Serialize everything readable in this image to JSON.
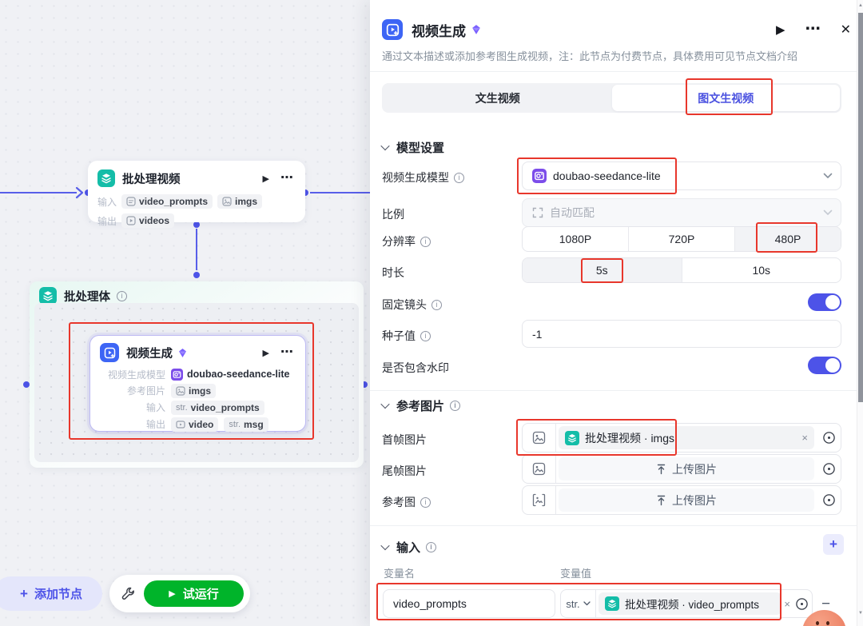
{
  "colors": {
    "accent": "#4d53e8",
    "teal": "#14bda8",
    "node_blue": "#3d65f5",
    "model_purple": "#7c4dea",
    "run_green": "#00b42a",
    "annotation_red": "#e8372c",
    "gem_purple": "#7b61ff"
  },
  "icons": {
    "play": "▶",
    "ellipsis": "⋯",
    "close": "✕",
    "info": "i",
    "plus": "+",
    "minus": "−",
    "remove": "×",
    "scroll_up": "▲",
    "scroll_down": "▼"
  },
  "canvas": {
    "batch_video_node": {
      "title": "批处理视频",
      "input_label": "输入",
      "output_label": "输出",
      "input_chips": [
        "video_prompts",
        "imgs"
      ],
      "output_chips": [
        "videos"
      ]
    },
    "batch_group": {
      "title": "批处理体"
    },
    "video_gen_node": {
      "title": "视频生成",
      "model_label": "视频生成模型",
      "model_value": "doubao-seedance-lite",
      "ref_label": "参考图片",
      "ref_chip": "imgs",
      "input_label": "输入",
      "input_type": "str.",
      "input_chip": "video_prompts",
      "output_label": "输出",
      "output_chip_1": "video",
      "output_type_2": "str.",
      "output_chip_2": "msg"
    },
    "toolbar": {
      "add_node": "添加节点",
      "test_run": "试运行"
    }
  },
  "panel": {
    "title": "视频生成",
    "description": "通过文本描述或添加参考图生成视频，注：此节点为付费节点，具体费用可见节点文档介绍",
    "tabs": {
      "text_to_video": "文生视频",
      "image_text_to_video": "图文生视频"
    },
    "model_section": {
      "header": "模型设置",
      "model_label": "视频生成模型",
      "model_value": "doubao-seedance-lite",
      "ratio_label": "比例",
      "ratio_value": "自动匹配",
      "resolution_label": "分辨率",
      "resolution_options": [
        "1080P",
        "720P",
        "480P"
      ],
      "resolution_selected": "480P",
      "duration_label": "时长",
      "duration_options": [
        "5s",
        "10s"
      ],
      "duration_selected": "5s",
      "fixed_camera_label": "固定镜头",
      "fixed_camera_on": true,
      "seed_label": "种子值",
      "seed_value": "-1",
      "watermark_label": "是否包含水印",
      "watermark_on": true
    },
    "reference_section": {
      "header": "参考图片",
      "first_frame_label": "首帧图片",
      "first_frame_value": "批处理视频 · imgs",
      "last_frame_label": "尾帧图片",
      "reference_label": "参考图",
      "upload_label": "上传图片"
    },
    "input_section": {
      "header": "输入",
      "var_name_label": "变量名",
      "var_value_label": "变量值",
      "row": {
        "name": "video_prompts",
        "type": "str.",
        "value": "批处理视频 · video_prompts"
      }
    }
  }
}
